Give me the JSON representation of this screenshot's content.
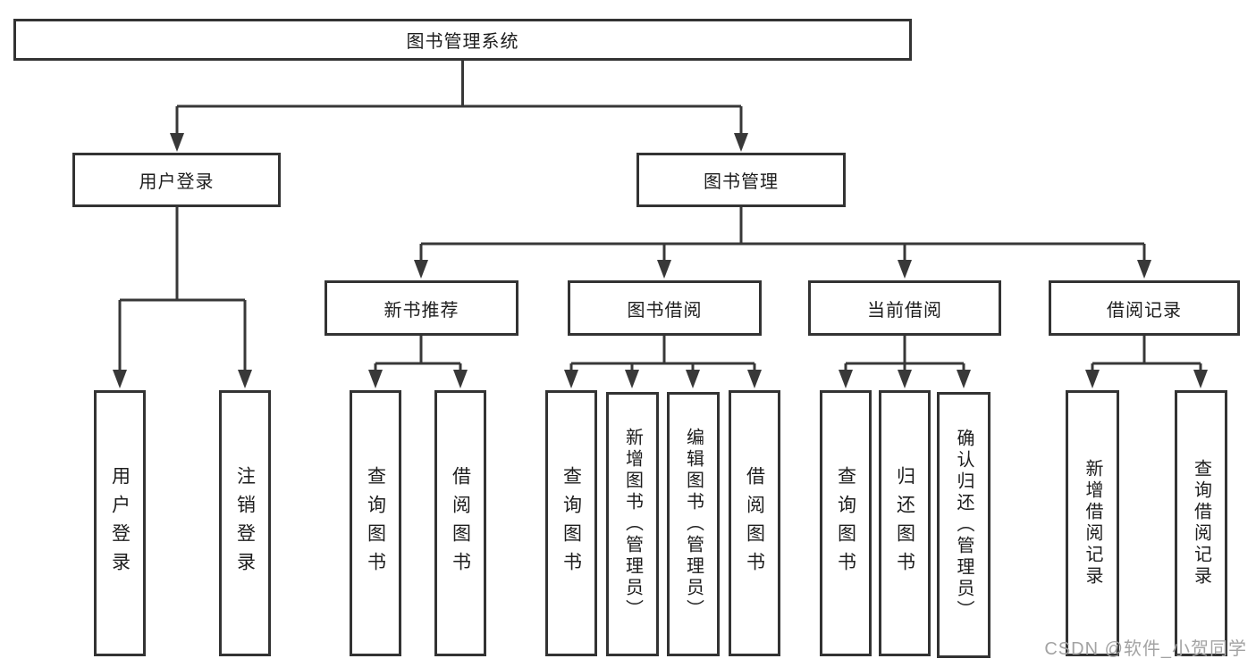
{
  "tree": {
    "label": "图书管理系统",
    "children": [
      {
        "label": "用户登录",
        "children": [
          {
            "label": "用户登录"
          },
          {
            "label": "注销登录"
          }
        ]
      },
      {
        "label": "图书管理",
        "children": [
          {
            "label": "新书推荐",
            "children": [
              {
                "label": "查询图书"
              },
              {
                "label": "借阅图书"
              }
            ]
          },
          {
            "label": "图书借阅",
            "children": [
              {
                "label": "查询图书"
              },
              {
                "label": "新增图书（管理员）"
              },
              {
                "label": "编辑图书（管理员）"
              },
              {
                "label": "借阅图书"
              }
            ]
          },
          {
            "label": "当前借阅",
            "children": [
              {
                "label": "查询图书"
              },
              {
                "label": "归还图书"
              },
              {
                "label": "确认归还（管理员）"
              }
            ]
          },
          {
            "label": "借阅记录",
            "children": [
              {
                "label": "新增借阅记录"
              },
              {
                "label": "查询借阅记录"
              }
            ]
          }
        ]
      }
    ]
  },
  "watermark": {
    "text": "CSDN @软件_小贺同学"
  },
  "colors": {
    "line": "#383838",
    "box_border": "#333333",
    "text": "#1d1d1d",
    "watermark": "#a3a3a3",
    "background": "#ffffff"
  }
}
